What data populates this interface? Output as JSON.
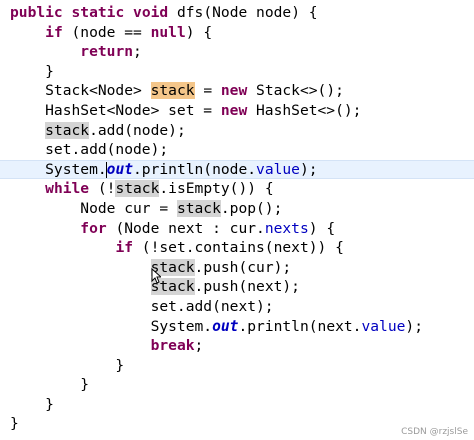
{
  "watermark": "CSDN @rzjslSe",
  "colors": {
    "keyword": "#7f0055",
    "field": "#0000c0",
    "highlight": "#f4c68a",
    "occurrence": "#d4d4d4",
    "current_line": "#e8f2fe"
  },
  "code": [
    {
      "current": false,
      "tokens": [
        {
          "t": "public",
          "k": "keyword"
        },
        {
          "t": " "
        },
        {
          "t": "static",
          "k": "keyword"
        },
        {
          "t": " "
        },
        {
          "t": "void",
          "k": "keyword"
        },
        {
          "t": " dfs(Node node) {"
        }
      ]
    },
    {
      "current": false,
      "tokens": [
        {
          "t": "    "
        },
        {
          "t": "if",
          "k": "keyword"
        },
        {
          "t": " (node == "
        },
        {
          "t": "null",
          "k": "keyword"
        },
        {
          "t": ") {"
        }
      ]
    },
    {
      "current": false,
      "tokens": [
        {
          "t": "        "
        },
        {
          "t": "return",
          "k": "keyword"
        },
        {
          "t": ";"
        }
      ]
    },
    {
      "current": false,
      "tokens": [
        {
          "t": "    }"
        }
      ]
    },
    {
      "current": false,
      "tokens": [
        {
          "t": "    Stack<Node> "
        },
        {
          "t": "stack",
          "k": "hl"
        },
        {
          "t": " = "
        },
        {
          "t": "new",
          "k": "keyword"
        },
        {
          "t": " Stack<>();"
        }
      ]
    },
    {
      "current": false,
      "tokens": [
        {
          "t": "    HashSet<Node> set = "
        },
        {
          "t": "new",
          "k": "keyword"
        },
        {
          "t": " HashSet<>();"
        }
      ]
    },
    {
      "current": false,
      "tokens": [
        {
          "t": "    "
        },
        {
          "t": "stack",
          "k": "occ"
        },
        {
          "t": ".add(node);"
        }
      ]
    },
    {
      "current": false,
      "tokens": [
        {
          "t": "    set.add(node);"
        }
      ]
    },
    {
      "current": true,
      "caret": true,
      "tokens": [
        {
          "t": "    System."
        },
        {
          "t": "out",
          "k": "static"
        },
        {
          "t": ".println(node."
        },
        {
          "t": "value",
          "k": "field"
        },
        {
          "t": ");"
        }
      ]
    },
    {
      "current": false,
      "tokens": [
        {
          "t": "    "
        },
        {
          "t": "while",
          "k": "keyword"
        },
        {
          "t": " (!"
        },
        {
          "t": "stack",
          "k": "occ"
        },
        {
          "t": ".isEmpty()) {"
        }
      ]
    },
    {
      "current": false,
      "tokens": [
        {
          "t": "        Node cur = "
        },
        {
          "t": "stack",
          "k": "occ"
        },
        {
          "t": ".pop();"
        }
      ]
    },
    {
      "current": false,
      "tokens": [
        {
          "t": "        "
        },
        {
          "t": "for",
          "k": "keyword"
        },
        {
          "t": " (Node next : cur."
        },
        {
          "t": "nexts",
          "k": "field"
        },
        {
          "t": ") {"
        }
      ]
    },
    {
      "current": false,
      "tokens": [
        {
          "t": "            "
        },
        {
          "t": "if",
          "k": "keyword"
        },
        {
          "t": " (!set.contains(next)) {"
        }
      ]
    },
    {
      "current": false,
      "tokens": [
        {
          "t": "                "
        },
        {
          "t": "stack",
          "k": "occ"
        },
        {
          "t": ".push(cur);"
        }
      ]
    },
    {
      "current": false,
      "tokens": [
        {
          "t": "                "
        },
        {
          "t": "stack",
          "k": "occ"
        },
        {
          "t": ".push(next);"
        }
      ]
    },
    {
      "current": false,
      "tokens": [
        {
          "t": "                set.add(next);"
        }
      ]
    },
    {
      "current": false,
      "tokens": [
        {
          "t": "                System."
        },
        {
          "t": "out",
          "k": "static"
        },
        {
          "t": ".println(next."
        },
        {
          "t": "value",
          "k": "field"
        },
        {
          "t": ");"
        }
      ]
    },
    {
      "current": false,
      "tokens": [
        {
          "t": "                "
        },
        {
          "t": "break",
          "k": "keyword"
        },
        {
          "t": ";"
        }
      ]
    },
    {
      "current": false,
      "tokens": [
        {
          "t": "            }"
        }
      ]
    },
    {
      "current": false,
      "tokens": [
        {
          "t": "        }"
        }
      ]
    },
    {
      "current": false,
      "tokens": [
        {
          "t": "    }"
        }
      ]
    },
    {
      "current": false,
      "tokens": [
        {
          "t": "}"
        }
      ]
    }
  ]
}
